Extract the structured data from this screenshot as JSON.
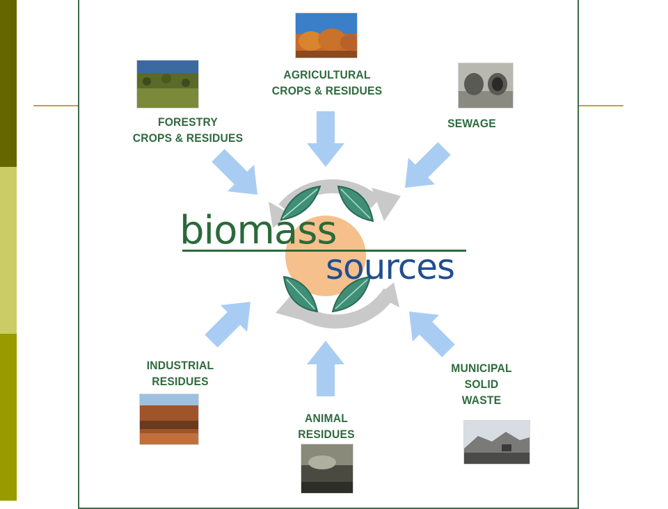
{
  "title": {
    "line1": "biomass",
    "line2": "sources"
  },
  "sources": [
    {
      "id": "agricultural",
      "lines": [
        "AGRICULTURAL",
        "CROPS & RESIDUES"
      ]
    },
    {
      "id": "forestry",
      "lines": [
        "FORESTRY",
        "CROPS & RESIDUES"
      ]
    },
    {
      "id": "sewage",
      "lines": [
        "SEWAGE"
      ]
    },
    {
      "id": "industrial",
      "lines": [
        "INDUSTRIAL",
        "RESIDUES"
      ]
    },
    {
      "id": "animal",
      "lines": [
        "ANIMAL",
        "RESIDUES"
      ]
    },
    {
      "id": "municipal",
      "lines": [
        "MUNICIPAL",
        "SOLID",
        "WASTE"
      ]
    }
  ],
  "colors": {
    "label_green": "#2e6a3e",
    "arrow_blue": "#a9cdf2",
    "cycle_gray": "#c9c9c9",
    "leaf_green": "#3f8f77",
    "sun_orange": "#f6c08c",
    "title_green": "#2a6a3a",
    "title_blue": "#1f4f90"
  },
  "icons": {
    "arrows": "blue-arrow-icon",
    "cycle": "recycle-arrows-icon",
    "leaves": "leaf-icon"
  }
}
